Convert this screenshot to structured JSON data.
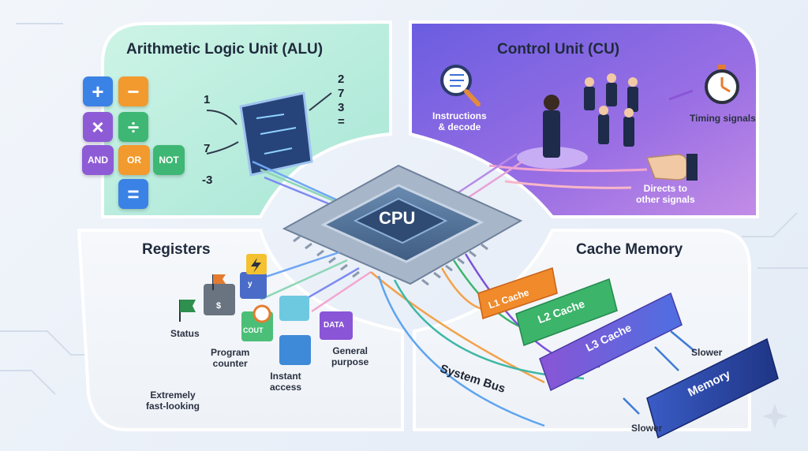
{
  "alu": {
    "title": "Arithmetic Logic Unit (ALU)",
    "operators": [
      "+",
      "−",
      "×",
      "÷",
      "AND",
      "OR",
      "NOT",
      "="
    ],
    "inputs_top": "1",
    "inputs_bottom_a": "7",
    "inputs_bottom_b": "-3",
    "outputs": [
      "2",
      "7",
      "3",
      "="
    ]
  },
  "cu": {
    "title": "Control Unit (CU)",
    "instructions": "Instructions\n& decode",
    "timing": "Timing signals",
    "directs": "Directs to\nother signals"
  },
  "cpu": {
    "label": "CPU"
  },
  "registers": {
    "title": "Registers",
    "status": "Status",
    "program_counter": "Program\ncounter",
    "instant_access": "Instant\naccess",
    "general_purpose": "General\npurpose",
    "fast": "Extremely\nfast-looking",
    "box_labels": {
      "y": "y",
      "dollar": "$",
      "count": "COUT",
      "data": "DATA"
    }
  },
  "cache": {
    "title": "Cache Memory",
    "l1": "L1 Cache",
    "l2": "L2 Cache",
    "l3": "L3 Cache",
    "memory": "Memory",
    "slower_top": "Slower",
    "slower_bottom": "Slower"
  },
  "bus": {
    "label": "System Bus"
  },
  "colors": {
    "alu_panel": "#bfeee0",
    "cu_panel": "#8a6fe0",
    "plus": "#3b82e6",
    "minus": "#f29a2e",
    "times": "#8e5bd6",
    "divide": "#3fb774",
    "l1": "#f08a2a",
    "l2": "#3cb46a",
    "l3": "#7b52d8",
    "memory": "#2f4aa6"
  }
}
